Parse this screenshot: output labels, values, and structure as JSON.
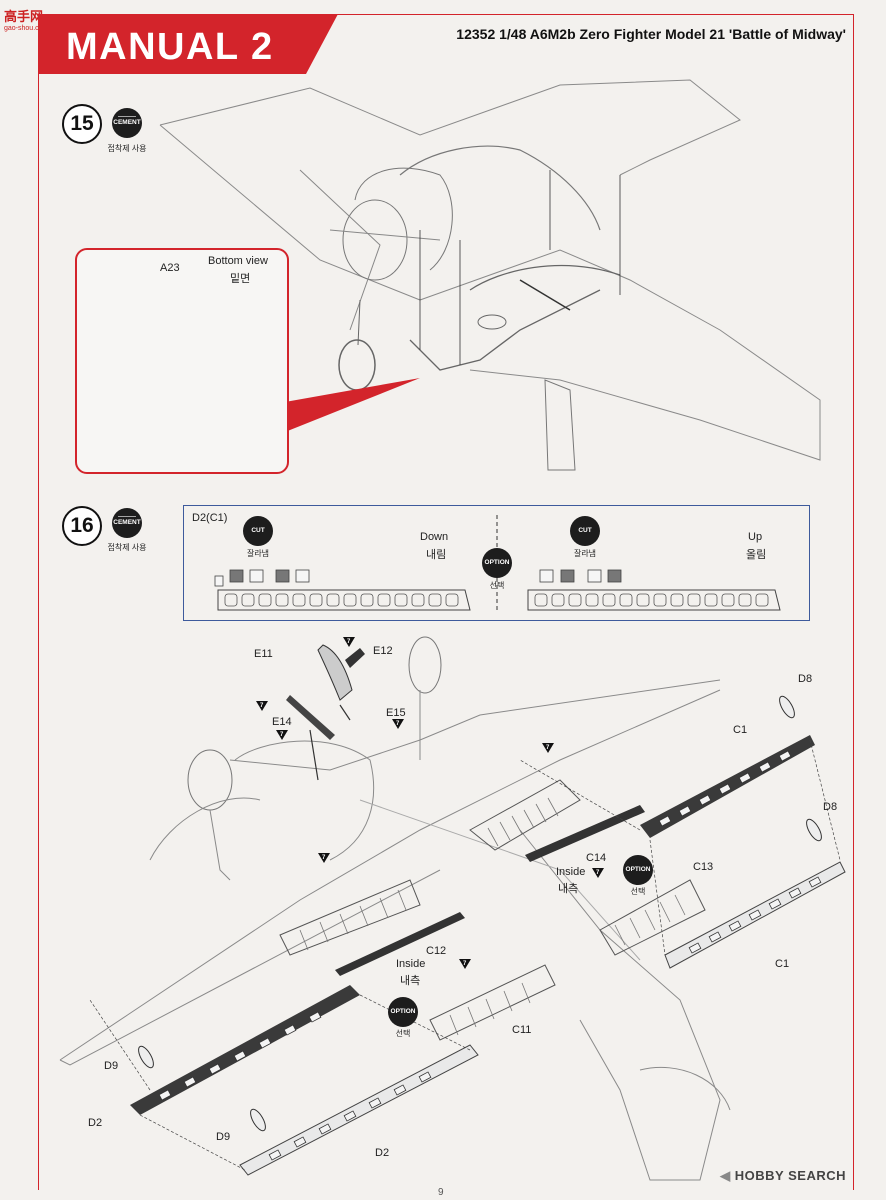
{
  "watermark": {
    "text": "高手网",
    "sub": "gao-shou.com"
  },
  "header": {
    "banner_title": "MANUAL 2",
    "product_title": "12352 1/48 A6M2b Zero Fighter Model 21 'Battle of Midway'"
  },
  "step15": {
    "number": "15",
    "badge": "CEMENT",
    "badge_label": "접착제 사용",
    "inset": {
      "part": "A23",
      "view_en": "Bottom view",
      "view_kr": "밑면"
    }
  },
  "step16": {
    "number": "16",
    "badge": "CEMENT",
    "badge_label": "접착제 사용",
    "option_box": {
      "part": "D2(C1)",
      "cut_label": "CUT",
      "cut_kr": "잘라냄",
      "down_en": "Down",
      "down_kr": "내림",
      "up_en": "Up",
      "up_kr": "올림",
      "option_label": "OPTION",
      "option_kr": "선택"
    },
    "parts": {
      "e11": "E11",
      "e12": "E12",
      "e14": "E14",
      "e15": "E15",
      "d8a": "D8",
      "d8b": "D8",
      "c1a": "C1",
      "c1b": "C1",
      "c14": "C14",
      "c13": "C13",
      "c12": "C12",
      "c11": "C11",
      "d9a": "D9",
      "d9b": "D9",
      "d2a": "D2",
      "d2b": "D2"
    },
    "inside_en": "Inside",
    "inside_kr": "내측",
    "option_label": "OPTION",
    "option_kr": "선택",
    "paint_code": "7"
  },
  "footer": {
    "logo": "HOBBY SEARCH",
    "page": "9"
  }
}
